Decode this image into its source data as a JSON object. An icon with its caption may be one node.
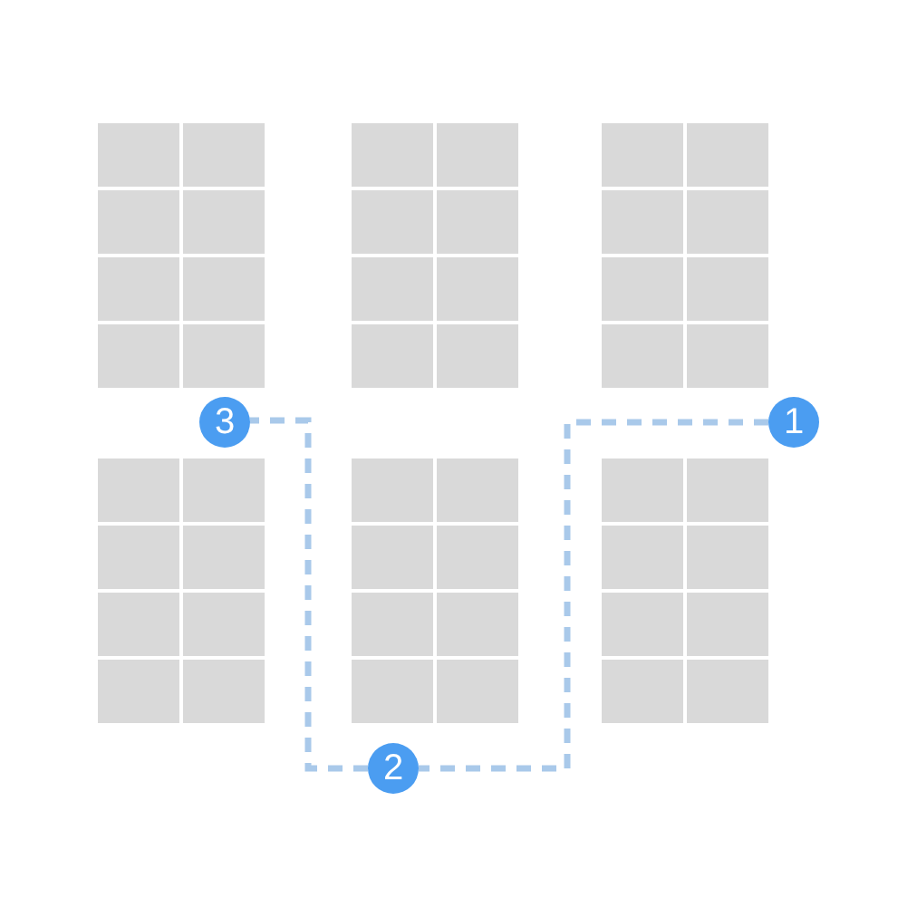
{
  "diagram": {
    "nodes": [
      {
        "text": [
          "1"
        ]
      },
      {
        "text": [
          "2"
        ]
      },
      {
        "text": [
          "3"
        ]
      }
    ],
    "edges": [
      {
        "from": 0,
        "to": 1,
        "arrow": "none",
        "style": "dashed"
      },
      {
        "from": 1,
        "to": 2,
        "arrow": "none",
        "style": "dashed"
      }
    ]
  }
}
